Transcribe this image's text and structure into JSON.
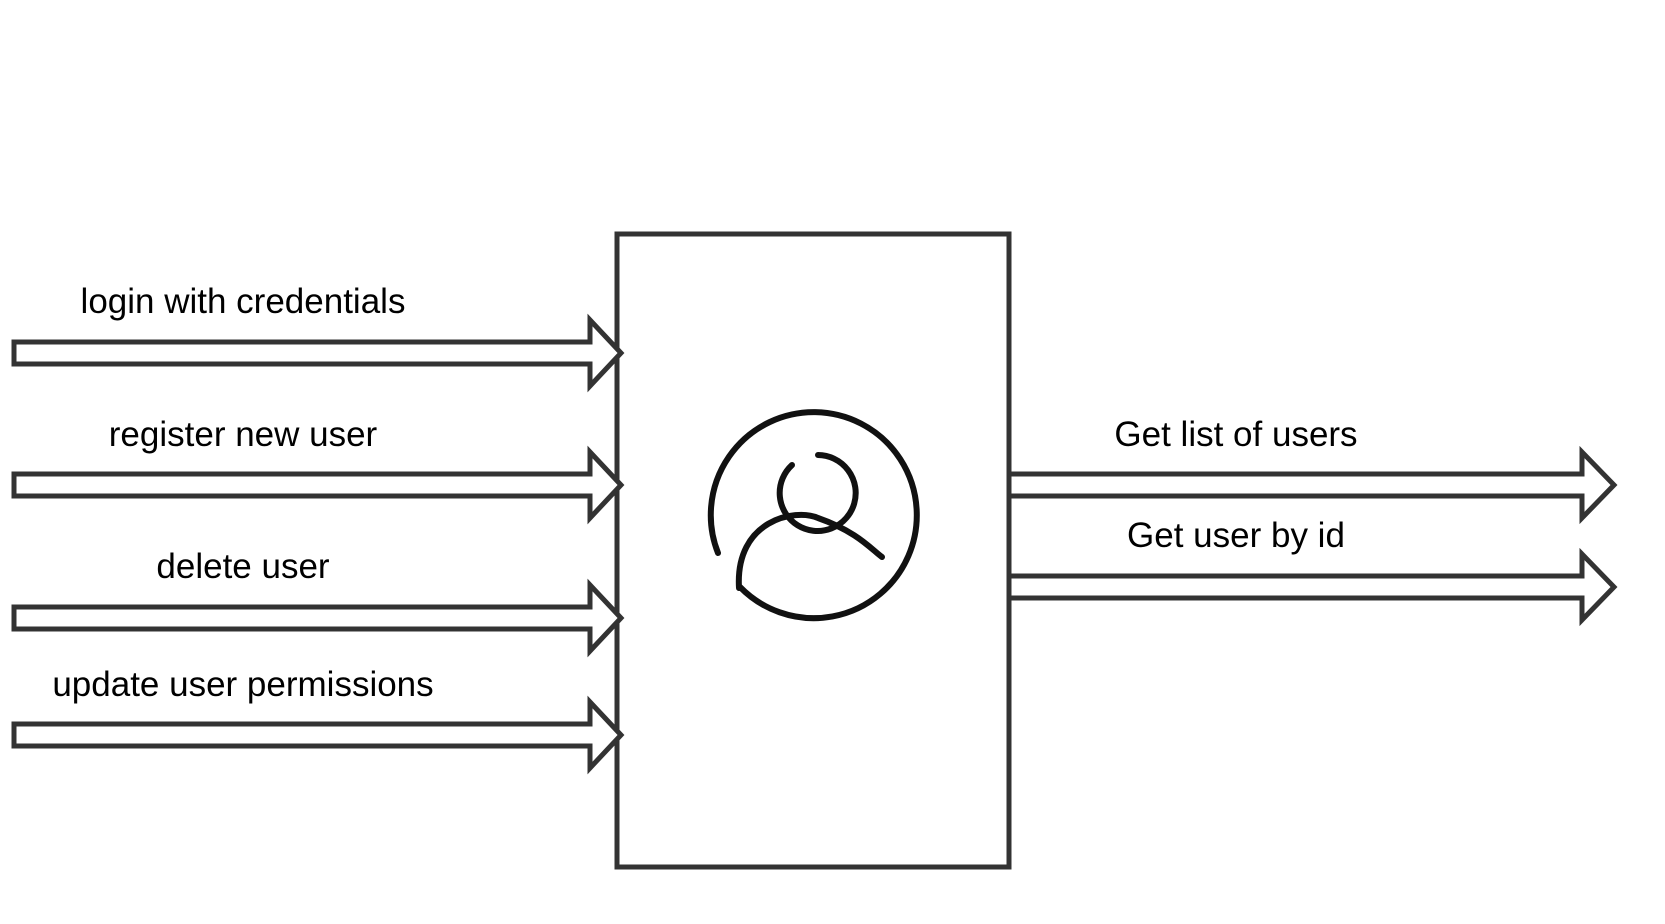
{
  "inputs": [
    {
      "label": "login with credentials"
    },
    {
      "label": "register new user"
    },
    {
      "label": "delete user"
    },
    {
      "label": "update user permissions"
    }
  ],
  "outputs": [
    {
      "label": "Get list of users"
    },
    {
      "label": "Get user by id"
    }
  ],
  "service": {
    "icon": "user-icon"
  },
  "colors": {
    "stroke": "#333333",
    "text": "#000000",
    "background": "#ffffff"
  }
}
